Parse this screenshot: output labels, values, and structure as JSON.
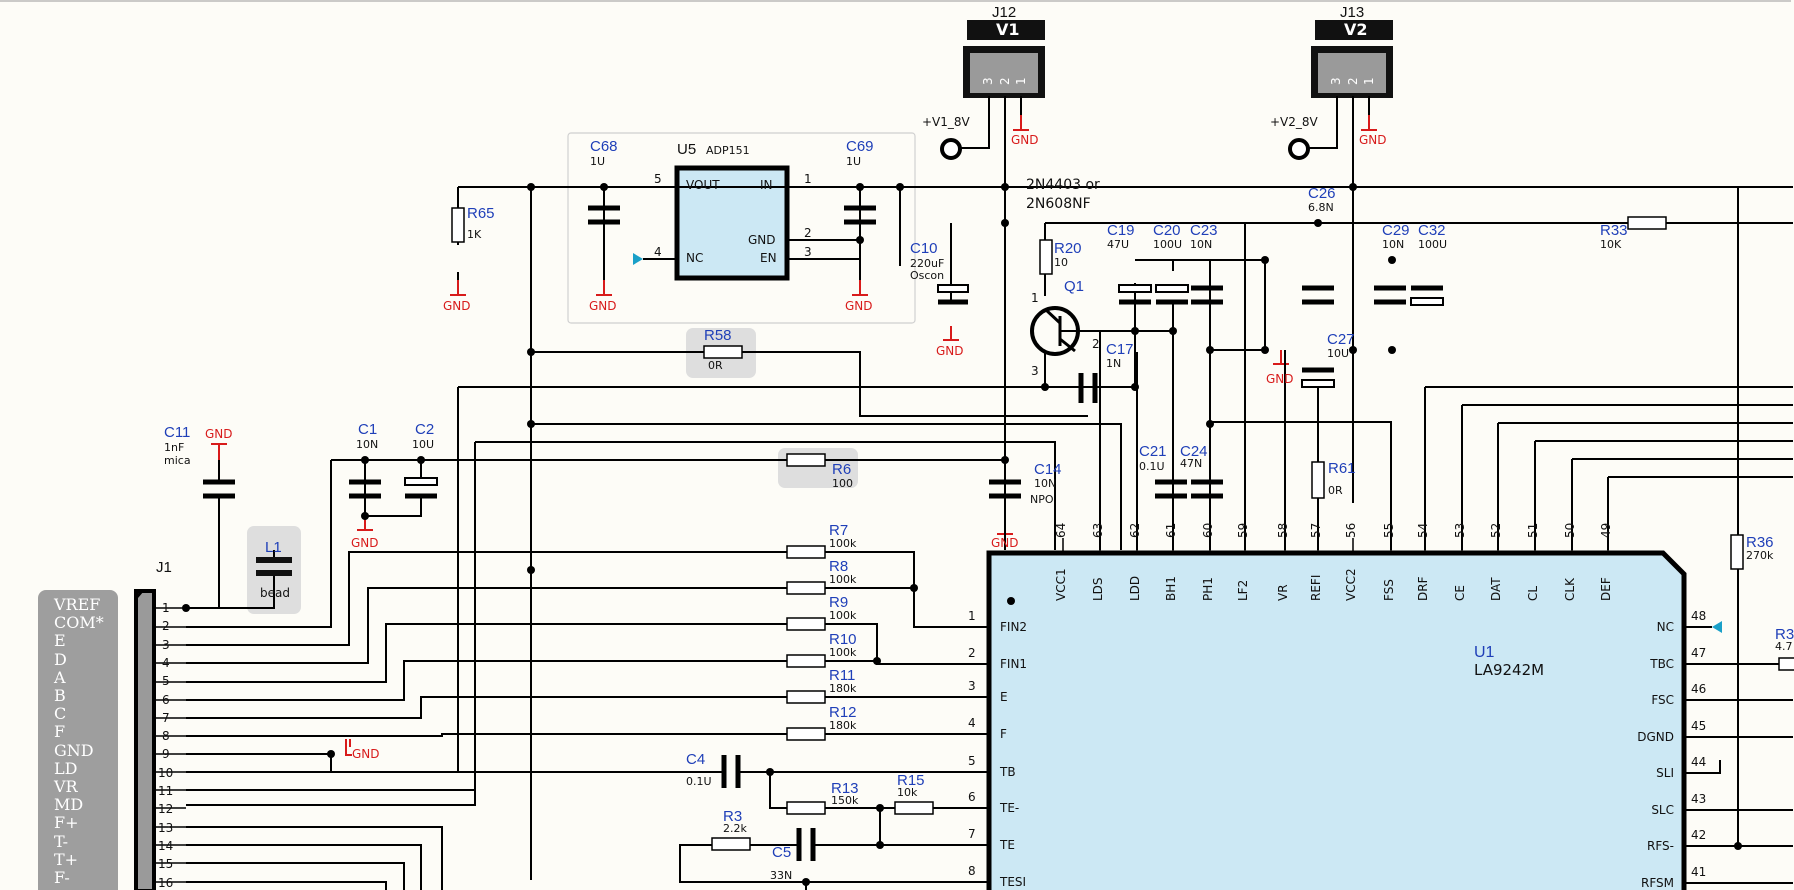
{
  "connectors": {
    "j12": {
      "ref": "J12",
      "label": "V1",
      "pins": [
        "3",
        "2",
        "1"
      ],
      "supply": "+V1_8V",
      "gnd": "GND"
    },
    "j13": {
      "ref": "J13",
      "label": "V2",
      "pins": [
        "3",
        "2",
        "1"
      ],
      "supply": "+V2_8V",
      "gnd": "GND"
    }
  },
  "regulator": {
    "ref": "U5",
    "part": "ADP151",
    "pins": {
      "vout": "VOUT",
      "in": "IN",
      "gnd": "GND",
      "nc": "NC",
      "en": "EN"
    },
    "pin_nums": {
      "vout": "5",
      "in": "1",
      "gnd": "2",
      "nc": "4",
      "en": "3"
    },
    "c68": {
      "ref": "C68",
      "val": "1U"
    },
    "c69": {
      "ref": "C69",
      "val": "1U"
    }
  },
  "components": {
    "r65": {
      "ref": "R65",
      "val": "1K"
    },
    "r58": {
      "ref": "R58",
      "val": "0R"
    },
    "r6": {
      "ref": "R6",
      "val": "100"
    },
    "r20": {
      "ref": "R20",
      "val": "10"
    },
    "q1": {
      "ref": "Q1",
      "pins": [
        "1",
        "2",
        "3"
      ]
    },
    "transistor_note": [
      "2N4403  or",
      "2N608NF"
    ],
    "c10": {
      "ref": "C10",
      "val": "220uF",
      "note": "Oscon"
    },
    "c19": {
      "ref": "C19",
      "val": "47U"
    },
    "c20": {
      "ref": "C20",
      "val": "100U"
    },
    "c23": {
      "ref": "C23",
      "val": "10N"
    },
    "c17": {
      "ref": "C17",
      "val": "1N"
    },
    "c26": {
      "ref": "C26",
      "val": "6.8N"
    },
    "c29": {
      "ref": "C29",
      "val": "10N"
    },
    "c32": {
      "ref": "C32",
      "val": "100U"
    },
    "c27": {
      "ref": "C27",
      "val": "10U"
    },
    "r33": {
      "ref": "R33",
      "val": "10K"
    },
    "c21": {
      "ref": "C21",
      "val": "0.1U"
    },
    "c24": {
      "ref": "C24",
      "val": "47N"
    },
    "r61": {
      "ref": "R61",
      "val": "0R"
    },
    "c14": {
      "ref": "C14",
      "val": "10N",
      "note": "NPO"
    },
    "c11": {
      "ref": "C11",
      "val": "1nF",
      "note": "mica"
    },
    "c1": {
      "ref": "C1",
      "val": "10N"
    },
    "c2": {
      "ref": "C2",
      "val": "10U"
    },
    "l1": {
      "ref": "L1",
      "val": "bead"
    },
    "r7": {
      "ref": "R7",
      "val": "100k"
    },
    "r8": {
      "ref": "R8",
      "val": "100k"
    },
    "r9": {
      "ref": "R9",
      "val": "100k"
    },
    "r10": {
      "ref": "R10",
      "val": "100k"
    },
    "r11": {
      "ref": "R11",
      "val": "180k"
    },
    "r12": {
      "ref": "R12",
      "val": "180k"
    },
    "c4": {
      "ref": "C4",
      "val": "0.1U"
    },
    "r13": {
      "ref": "R13",
      "val": "150k"
    },
    "r15": {
      "ref": "R15",
      "val": "10k"
    },
    "r3": {
      "ref": "R3",
      "val": "2.2k"
    },
    "c5": {
      "ref": "C5",
      "val": "33N"
    },
    "r36": {
      "ref": "R36",
      "val": "270k"
    },
    "r3x": {
      "ref": "R3",
      "val": "4.7"
    }
  },
  "gnd": "GND",
  "ic": {
    "ref": "U1",
    "part": "LA9242M",
    "top_pins": [
      {
        "num": "64",
        "name": "VCC1"
      },
      {
        "num": "63",
        "name": "LDS"
      },
      {
        "num": "62",
        "name": "LDD"
      },
      {
        "num": "61",
        "name": "BH1"
      },
      {
        "num": "60",
        "name": "PH1"
      },
      {
        "num": "59",
        "name": "LF2"
      },
      {
        "num": "58",
        "name": "VR"
      },
      {
        "num": "57",
        "name": "REFI"
      },
      {
        "num": "56",
        "name": "VCC2"
      },
      {
        "num": "55",
        "name": "FSS"
      },
      {
        "num": "54",
        "name": "DRF"
      },
      {
        "num": "53",
        "name": "CE"
      },
      {
        "num": "52",
        "name": "DAT"
      },
      {
        "num": "51",
        "name": "CL"
      },
      {
        "num": "50",
        "name": "CLK"
      },
      {
        "num": "49",
        "name": "DEF"
      }
    ],
    "left_pins": [
      {
        "num": "1",
        "name": "FIN2"
      },
      {
        "num": "2",
        "name": "FIN1"
      },
      {
        "num": "3",
        "name": "E"
      },
      {
        "num": "4",
        "name": "F"
      },
      {
        "num": "5",
        "name": "TB"
      },
      {
        "num": "6",
        "name": "TE-"
      },
      {
        "num": "7",
        "name": "TE"
      },
      {
        "num": "8",
        "name": "TESI"
      }
    ],
    "right_pins": [
      {
        "num": "48",
        "name": "NC"
      },
      {
        "num": "47",
        "name": "TBC"
      },
      {
        "num": "46",
        "name": "FSC"
      },
      {
        "num": "45",
        "name": "DGND"
      },
      {
        "num": "44",
        "name": "SLI"
      },
      {
        "num": "43",
        "name": "SLC"
      },
      {
        "num": "42",
        "name": "RFS-"
      },
      {
        "num": "41",
        "name": "RFSM"
      }
    ]
  },
  "header": {
    "ref": "J1",
    "signals": [
      "VREF",
      "COM*",
      "E",
      "D",
      "A",
      "B",
      "C",
      "F",
      "GND",
      "LD",
      "VR",
      "MD",
      "F+",
      "T-",
      "T+",
      "F-"
    ],
    "pins": [
      "1",
      "2",
      "3",
      "4",
      "5",
      "6",
      "7",
      "8",
      "9",
      "10",
      "11",
      "12",
      "13",
      "14",
      "15",
      "16"
    ]
  },
  "colors": {
    "wire": "#000000",
    "ref_text": "#1f3fb8",
    "gnd_text": "#d81b1b",
    "ic_fill": "#cce8f4",
    "highlight": "#dedede",
    "header_bar": "#9e9e9e"
  }
}
